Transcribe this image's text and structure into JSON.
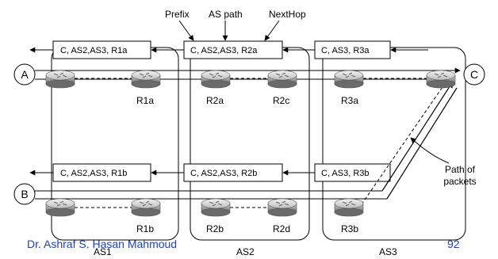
{
  "annotations": {
    "prefix": "Prefix",
    "as_path": "AS path",
    "next_hop": "NextHop",
    "path_of_packets": [
      "Path of",
      "packets"
    ]
  },
  "nodes": {
    "a": "A",
    "b": "B",
    "c": "C"
  },
  "routers": {
    "r1a": "R1a",
    "r2a": "R2a",
    "r2c": "R2c",
    "r3a": "R3a",
    "r1b": "R1b",
    "r2b": "R2b",
    "r2d": "R2d",
    "r3b": "R3b"
  },
  "route_boxes_top": {
    "as1": "C,  AS2,AS3, R1a",
    "as2": "C,  AS2,AS3, R2a",
    "as3": "C, AS3, R3a"
  },
  "route_boxes_bottom": {
    "as1": "C,  AS2,AS3, R1b",
    "as2": "C,  AS2,AS3, R2b",
    "as3": "C, AS3, R3b"
  },
  "as_labels": {
    "as1": "AS1",
    "as2": "AS2",
    "as3": "AS3"
  },
  "footer": {
    "author": "Dr. Ashraf S. Hasan Mahmoud",
    "page_number": "92"
  },
  "colors": {
    "footer_text": "#1f3fbf",
    "router_body": "#9a9a9a",
    "line": "#000000"
  }
}
